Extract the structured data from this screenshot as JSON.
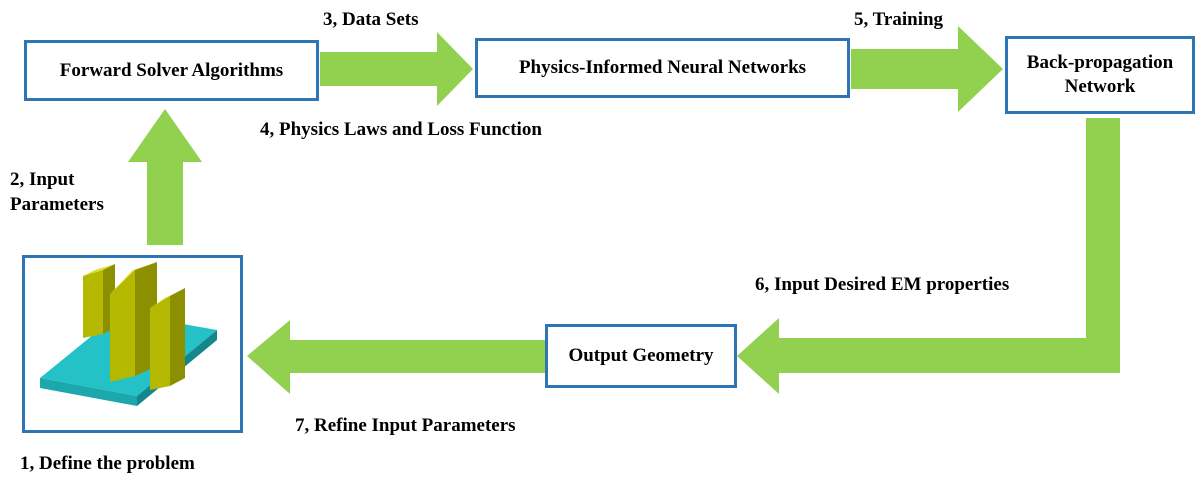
{
  "boxes": {
    "forward_solver": "Forward Solver Algorithms",
    "pinn": "Physics-Informed Neural Networks",
    "backprop_line1": "Back-propagation",
    "backprop_line2": "Network",
    "output_geometry": "Output Geometry"
  },
  "labels": {
    "step1": "1, Define the problem",
    "step2_line1": "2, Input",
    "step2_line2": "Parameters",
    "step3": "3, Data Sets",
    "step4": "4, Physics Laws and Loss Function",
    "step5": "5, Training",
    "step6": "6, Input Desired EM properties",
    "step7": "7, Refine Input Parameters"
  },
  "colors": {
    "arrow": "#92d050",
    "box_border": "#2e75b6",
    "fin": "#b5b800",
    "base": "#24c2c7"
  }
}
